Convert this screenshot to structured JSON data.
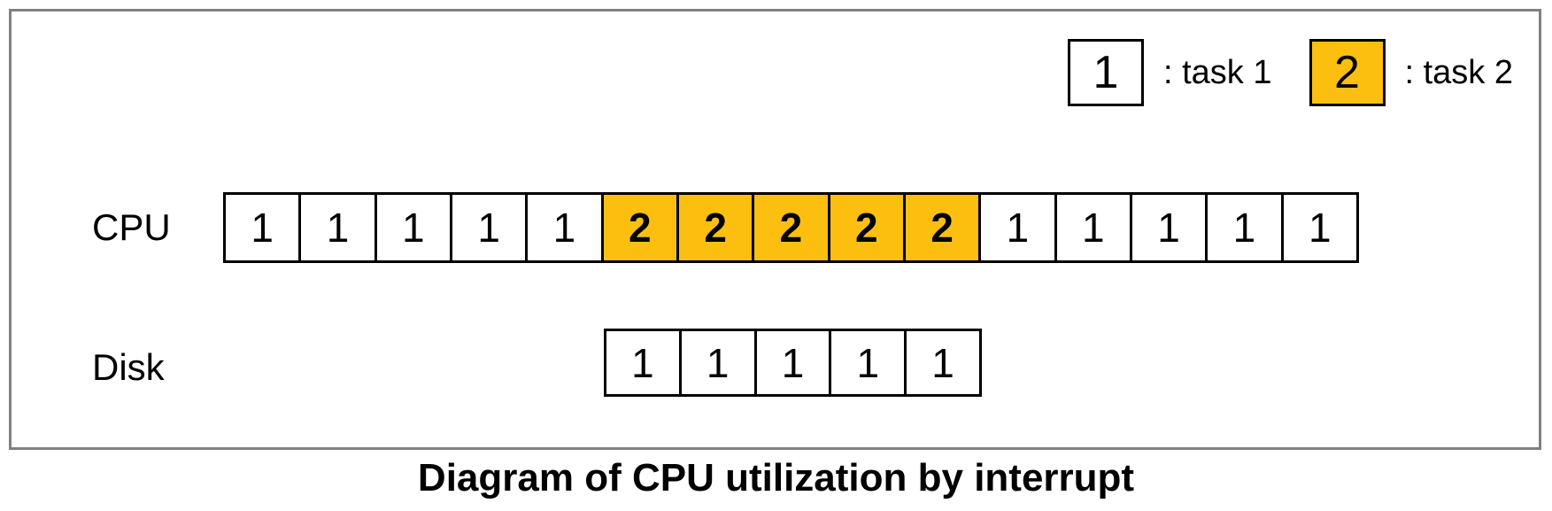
{
  "legend": {
    "items": [
      {
        "value": "1",
        "label": ": task 1"
      },
      {
        "value": "2",
        "label": ": task 2"
      }
    ]
  },
  "timeline": {
    "rows": [
      {
        "label": "CPU",
        "cells": [
          "1",
          "1",
          "1",
          "1",
          "1",
          "2",
          "2",
          "2",
          "2",
          "2",
          "1",
          "1",
          "1",
          "1",
          "1"
        ]
      },
      {
        "label": "Disk",
        "cells": [
          "1",
          "1",
          "1",
          "1",
          "1"
        ]
      }
    ]
  },
  "caption": "Diagram of CPU utilization by interrupt",
  "colors": {
    "task1_fill": "#FFFFFF",
    "task2_fill": "#FCBF10",
    "line": "#000000",
    "frame_border": "#808080"
  }
}
